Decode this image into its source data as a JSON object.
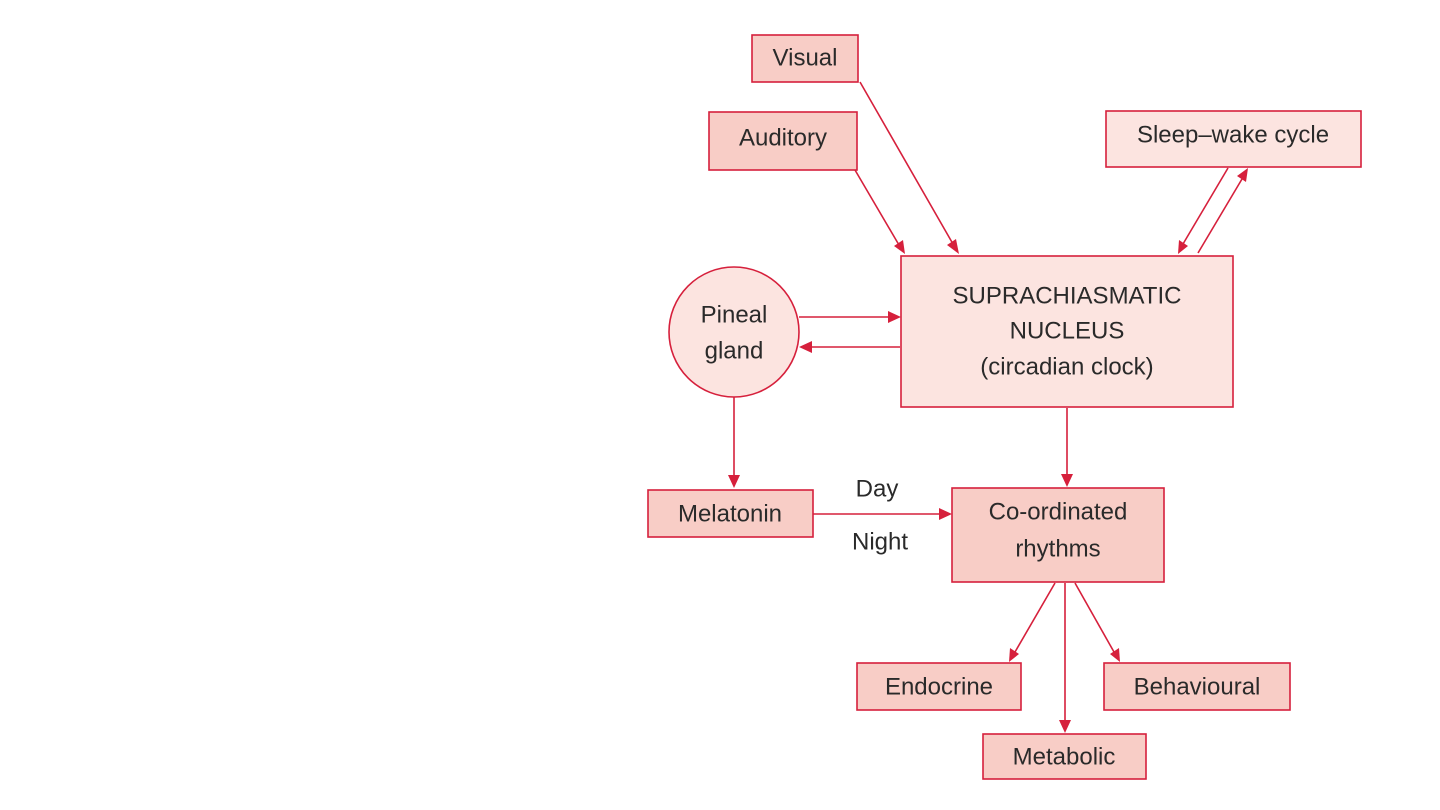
{
  "nodes": {
    "visual": "Visual",
    "auditory": "Auditory",
    "sleep_wake": "Sleep–wake cycle",
    "pineal": [
      "Pineal",
      "gland"
    ],
    "scn": [
      "SUPRACHIASMATIC",
      "NUCLEUS",
      "(circadian clock)"
    ],
    "melatonin": "Melatonin",
    "coordinated": [
      "Co-ordinated",
      "rhythms"
    ],
    "endocrine": "Endocrine",
    "behavioural": "Behavioural",
    "metabolic": "Metabolic"
  },
  "edge_labels": {
    "day": "Day",
    "night": "Night"
  },
  "colors": {
    "stroke": "#d6203c",
    "fill_light": "#fce4e0",
    "fill_mid": "#f8cdc6",
    "text": "#2a2a2a"
  }
}
